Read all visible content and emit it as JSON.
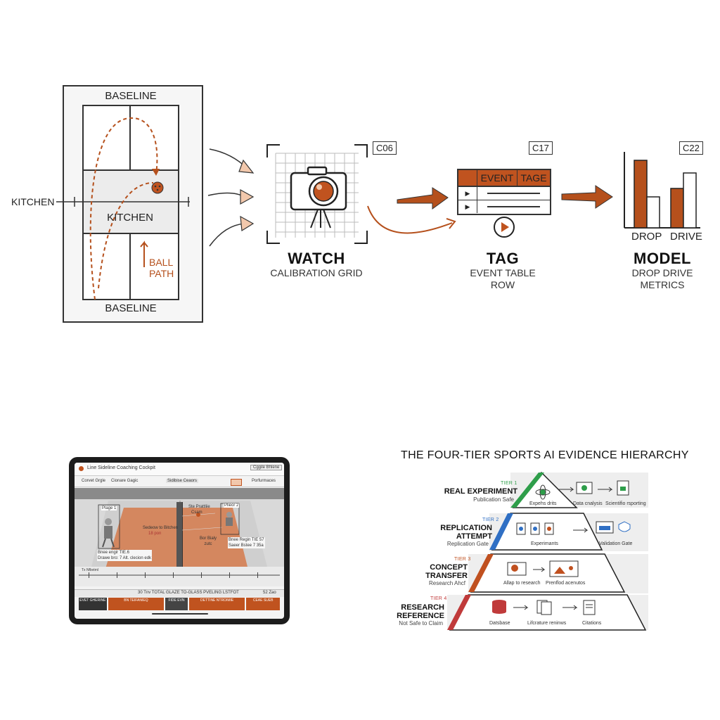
{
  "court": {
    "baseline_top": "BASELINE",
    "baseline_bottom": "BASELINE",
    "kitchen_center": "KITCHEN",
    "kitchen_side": "KITCHEN",
    "ball_path": "BALL\nPATH",
    "ball_path_line1": "BALL",
    "ball_path_line2": "PATH"
  },
  "stages": [
    {
      "code": "C06",
      "title": "WATCH",
      "sub1": "CALIBRATION GRID",
      "sub2": ""
    },
    {
      "code": "C17",
      "title": "TAG",
      "sub1": "EVENT TABLE",
      "sub2": "ROW"
    },
    {
      "code": "C22",
      "title": "MODEL",
      "sub1": "DROP DRIVE",
      "sub2": "METRICS"
    }
  ],
  "event_table": {
    "col1": "EVENT",
    "col2": "TAGE"
  },
  "bars": {
    "label1": "DROP",
    "label2": "DRIVE"
  },
  "tablet": {
    "app_title": "Line Sideline Coaching Cockpit",
    "header_button": "Cggile Bhlene",
    "toolbar": [
      "Corvet Grgle",
      "Cionare Gagic",
      "Sidibise Ceaors",
      "Porfurmaces"
    ],
    "player1_label": "Plage 1",
    "player2_label": "Plieor 2",
    "top_center_label": "Ste Prattliie",
    "top_center_sub": "Csam",
    "annotation_left": "Sedeow to Bitchen",
    "annotation_left_sub": "18 pon",
    "annotation_center": "Bor Bialy\nzutc",
    "annotation_center_line1": "Bor Bialy",
    "annotation_center_line2": "zutc",
    "annotation_right": "Bnee Regin TIE 57\nSaeer Bstee 7 35a",
    "annotation_right_line1": "Bnee Regin TIE 57",
    "annotation_right_line2": "Saeer Bstee 7 35a",
    "annotation_bottom_left": "Bnee engir TIE.6\nDrawe bro: 7 Alt. clecion edk",
    "annotation_bottom_left_line1": "Bnee engir TIE.6",
    "annotation_bottom_left_line2": "Drawe bro: 7 Alt. clecion edk",
    "status_bar": "30 Tnv TOTAL GLAZE TO-GLASS PVELING LSTFOT",
    "status_right": "52 Zao",
    "timeline_label": "Tx Nfbvtrnl",
    "bottom_cells": [
      "EVET GHERINE",
      "BN TEIFANIEQ",
      "FIDE EVN",
      "DETTINE NTROIMIE",
      "CEAE SUEB"
    ]
  },
  "hierarchy": {
    "title": "THE FOUR-TIER SPORTS AI EVIDENCE HIERARCHY",
    "tiers": [
      {
        "num": "TIER 1",
        "name_line1": "REAL EXPERIMENT",
        "name_line2": "",
        "sub": "Publication Safe",
        "items": [
          "Expehs drits",
          "Data cnalysis",
          "Scientifio rsporting"
        ],
        "color": "#2e9e4a"
      },
      {
        "num": "TIER 2",
        "name_line1": "REPLICATION",
        "name_line2": "ATTEMPT",
        "sub": "Replication Gate",
        "items": [
          "Experimants",
          "Validation Gate"
        ],
        "color": "#2f6fc4"
      },
      {
        "num": "TIER 3",
        "name_line1": "CONCEPT",
        "name_line2": "TRANSFER",
        "sub": "Research Ahcf",
        "items": [
          "Allap to research",
          "Prenflod acenutos"
        ],
        "color": "#c0501f"
      },
      {
        "num": "TIER 4",
        "name_line1": "RESEARCH",
        "name_line2": "REFERENCE",
        "sub": "Not Safe to Claim",
        "items": [
          "Datsbase",
          "Lifcrature reninws",
          "Citations"
        ],
        "color": "#c03a3a"
      }
    ]
  },
  "colors": {
    "accent": "#b5501c",
    "line": "#333333",
    "shade": "#eeeeee"
  }
}
